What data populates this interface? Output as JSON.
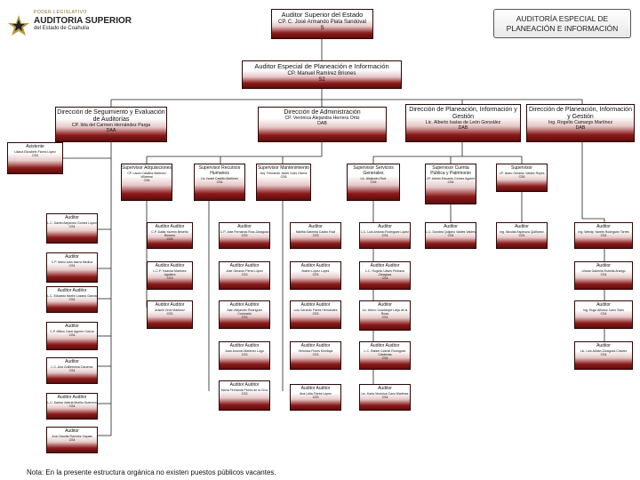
{
  "logo": {
    "line1": "PODER LEGISLATIVO",
    "line2": "AUDITORIA SUPERIOR",
    "line3": "del Estado de Coahuila"
  },
  "header_box": "AUDITORÍA ESPECIAL DE PLANEACIÓN E INFORMACIÓN",
  "footer_note": "Nota: En la presente estructura orgánica no existen puestos públicos vacantes.",
  "colors": {
    "box_dark": "#5e0b0b",
    "box_mid": "#8b1a1a",
    "line": "#222222"
  },
  "boxes": {
    "auditor_superior": {
      "title": "Auditor Superior del Estado",
      "name": "CP. C. José Armando Plata Sandoval",
      "code": "S"
    },
    "especial": {
      "title": "Auditor Especial de Planeación e Información",
      "name": "CP. Manuel Ramírez Briones",
      "code": "S2"
    },
    "dir_seguimiento": {
      "title": "Dirección de Seguimiento y Evaluación de Auditorías",
      "name": "CP. Ilda del Carmen Hernández Parga",
      "code": "DAA"
    },
    "dir_admin": {
      "title": "Dirección de Administración",
      "name": "CP. Verónica Alejandra Herrera Ortiz",
      "code": "DAB"
    },
    "dir_planeacion": {
      "title": "Dirección de Planeación, Información y Gestión",
      "name": "Lic. Alberto Isaías de León González",
      "code": "DAB"
    },
    "dir_planeacion2": {
      "title": "Dirección de Planeación, Información y Gestión",
      "name": "Ing. Rogelio Camargo Martínez",
      "code": "DAB"
    },
    "asistente": {
      "title": "Asistente",
      "name": "Liliana Elizabeth Flores López",
      "code": "CS4"
    },
    "sup_adquisiciones": {
      "title": "Supervisor Adquisiciones",
      "name": "CP. Laura Catalina Martínez Villarreal",
      "code": "CS6"
    },
    "sup_rh": {
      "title": "Supervisor Recursos Humanos",
      "name": "Lic. Israel Castillo Martínez",
      "code": "CS6"
    },
    "sup_mant": {
      "title": "Supervisor Mantenimiento",
      "name": "Arq. Fernando Javier Solís Olvera",
      "code": "CS6"
    },
    "sup_servicios": {
      "title": "Supervisor Servicios Generales",
      "name": "Lic. Alejandro Ruiz",
      "code": "CS6"
    },
    "sup_cuenta": {
      "title": "Supervisor Cuenta Pública y Patrimonio",
      "name": "CP. Adrián Eduardo Gómez Aguirre",
      "code": "CS6"
    },
    "sup_c7": {
      "title": "Supervisor",
      "name": "CP. Isidro Gerardo Valdez Reyes",
      "code": "CS6"
    },
    "aud_c1_1": {
      "title": "Auditor",
      "name": "L.C. Daniel Alejandro Gómez López",
      "code": "CS4"
    },
    "aud_c1_2": {
      "title": "Auditor",
      "name": "C.P. Mario Alan Ibarra Medina",
      "code": "CS4"
    },
    "aud_c1_3": {
      "title": "Auditor Auditor",
      "name": "L.C. Eduardo Martín Lozano García",
      "code": "CS4"
    },
    "aud_c1_4": {
      "title": "Auditor",
      "name": "C.P. Milton Carel Aguirre García",
      "code": "CS4"
    },
    "aud_c1_5": {
      "title": "Auditor",
      "name": "L.C. Ana Guillermina Cisneros",
      "code": "CS4"
    },
    "aud_c1_6": {
      "title": "Auditor Auditor",
      "name": "L.C. Karina Valeria Murillo Guerrero",
      "code": "CS4"
    },
    "aud_c1_7": {
      "title": "Auditor",
      "name": "Ana Claudia Ramírez Zapata",
      "code": "CS4"
    },
    "aud_c2_1": {
      "title": "Auditor Auditor",
      "name": "C.P. Dalila Yazmín Briseño Romero",
      "code": "CS3"
    },
    "aud_c2_2": {
      "title": "Auditor Auditor",
      "name": "L.C.P. Yolanda Martínez Aguilera",
      "code": "CS3"
    },
    "aud_c2_3": {
      "title": "Auditor Auditor",
      "name": "Araceli Ortíz Martínez",
      "code": "CS3"
    },
    "aud_c3_1": {
      "title": "Auditor",
      "name": "C.P. José Fernando Ríos Zaragoza",
      "code": "CS3"
    },
    "aud_c3_2": {
      "title": "Auditor Auditor",
      "name": "José Gerardo Pérez López",
      "code": "CS3"
    },
    "aud_c3_3": {
      "title": "Auditor Auditor",
      "name": "Juan Alejandro Rodríguez Coronado",
      "code": "CS3"
    },
    "aud_c3_4": {
      "title": "Auditor Auditor",
      "name": "Juan Antonio Martínez Lugo",
      "code": "CS3"
    },
    "aud_c3_5": {
      "title": "Auditor Auditor",
      "name": "María Fernanda Flores de la Cruz",
      "code": "CS3"
    },
    "aud_c4_1": {
      "title": "Auditor",
      "name": "Martha Gabriela Castro Ruiz",
      "code": "CS3"
    },
    "aud_c4_2": {
      "title": "Auditor Auditor",
      "name": "Martín López López",
      "code": "CS3"
    },
    "aud_c4_3": {
      "title": "Auditor Auditor",
      "name": "Luis Gerardo Flores Hernández",
      "code": "CS3"
    },
    "aud_c4_4": {
      "title": "Auditor Auditor",
      "name": "Verónica Flores Montoya",
      "code": "CS3"
    },
    "aud_c4_5": {
      "title": "Auditor Auditor",
      "name": "Ana Lidia Flores López",
      "code": "CS3"
    },
    "aud_c5_1": {
      "title": "Auditor",
      "name": "L.C. Luis Antonio Rodríguez López",
      "code": "CS4"
    },
    "aud_c5_2": {
      "title": "Auditor Auditor",
      "name": "L.C. Rogelio Ulises Pedraza Zaragoza",
      "code": "CS4"
    },
    "aud_c5_3": {
      "title": "Auditor",
      "name": "Lic. Arturo Guadalupe Laija de la Rosa",
      "code": "CS4"
    },
    "aud_c5_4": {
      "title": "Auditor Auditor",
      "name": "L.C. Rafael Gabriel Rodríguez Cárdenas",
      "code": "CS4"
    },
    "aud_c5_5": {
      "title": "Auditor",
      "name": "Lic. Karla Verónica Cano Martínez",
      "code": "CS4"
    },
    "aud_c6_1": {
      "title": "Auditor",
      "name": "L.C. Dorotea Quijano Valdés Valdés",
      "code": "CS4"
    },
    "aud_c7_1": {
      "title": "Auditor",
      "name": "Ing. Nicolás Espinoza Quiñonez",
      "code": "CS4"
    },
    "aud_c8_1": {
      "title": "Auditor",
      "name": "Ing. Wendy Yaneth Rodríguez Torres",
      "code": "CS4"
    },
    "aud_c8_2": {
      "title": "Auditor",
      "name": "Liliana Gabriela Estrella Arango",
      "code": "CS4"
    },
    "aud_c8_3": {
      "title": "Auditor",
      "name": "Ing. Hugo Alfonso Cano Solís",
      "code": "CS4"
    },
    "aud_c8_4": {
      "title": "Auditor",
      "name": "Lic. Luis Adrián Zaragoza Chávez",
      "code": "CS4"
    }
  }
}
